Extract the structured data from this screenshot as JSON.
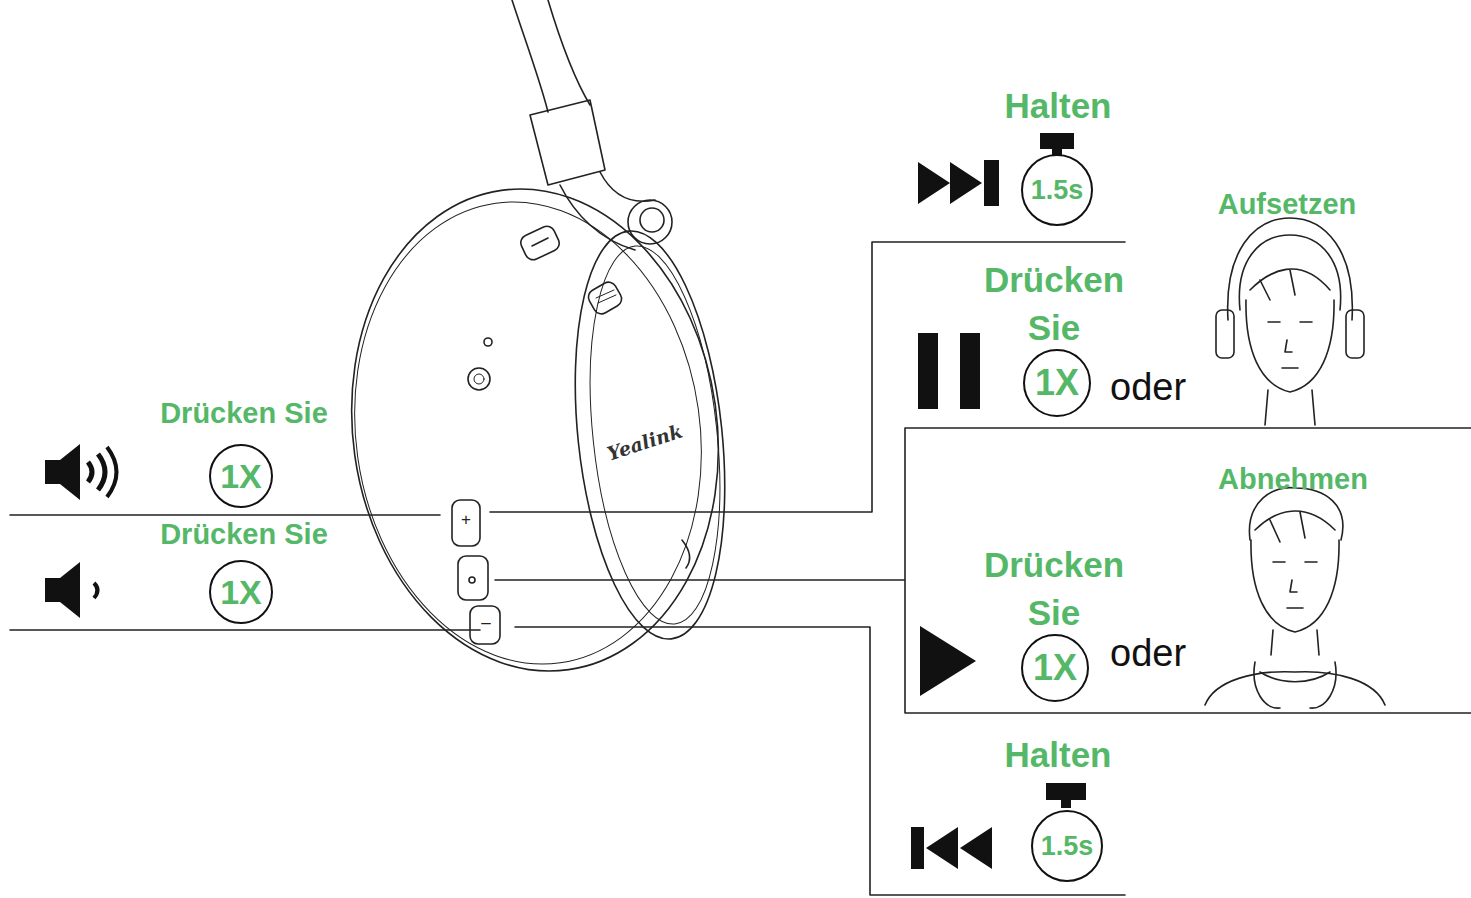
{
  "diagram": {
    "nodes": [
      {
        "text": [
          "1.5s"
        ]
      },
      {
        "text": [
          "1X"
        ]
      },
      {
        "text": [
          "1X"
        ]
      },
      {
        "text": [
          "1X"
        ]
      },
      {
        "text": [
          "1X"
        ]
      },
      {
        "text": [
          "1.5s"
        ]
      }
    ],
    "labels": [
      "Halten",
      "Aufsetzen",
      "Drücken Sie",
      "oder",
      "Abnehmen",
      "Drücken Sie",
      "oder",
      "Halten",
      "Drücken Sie",
      "Drücken Sie",
      "Yealink",
      "+",
      "–"
    ]
  }
}
